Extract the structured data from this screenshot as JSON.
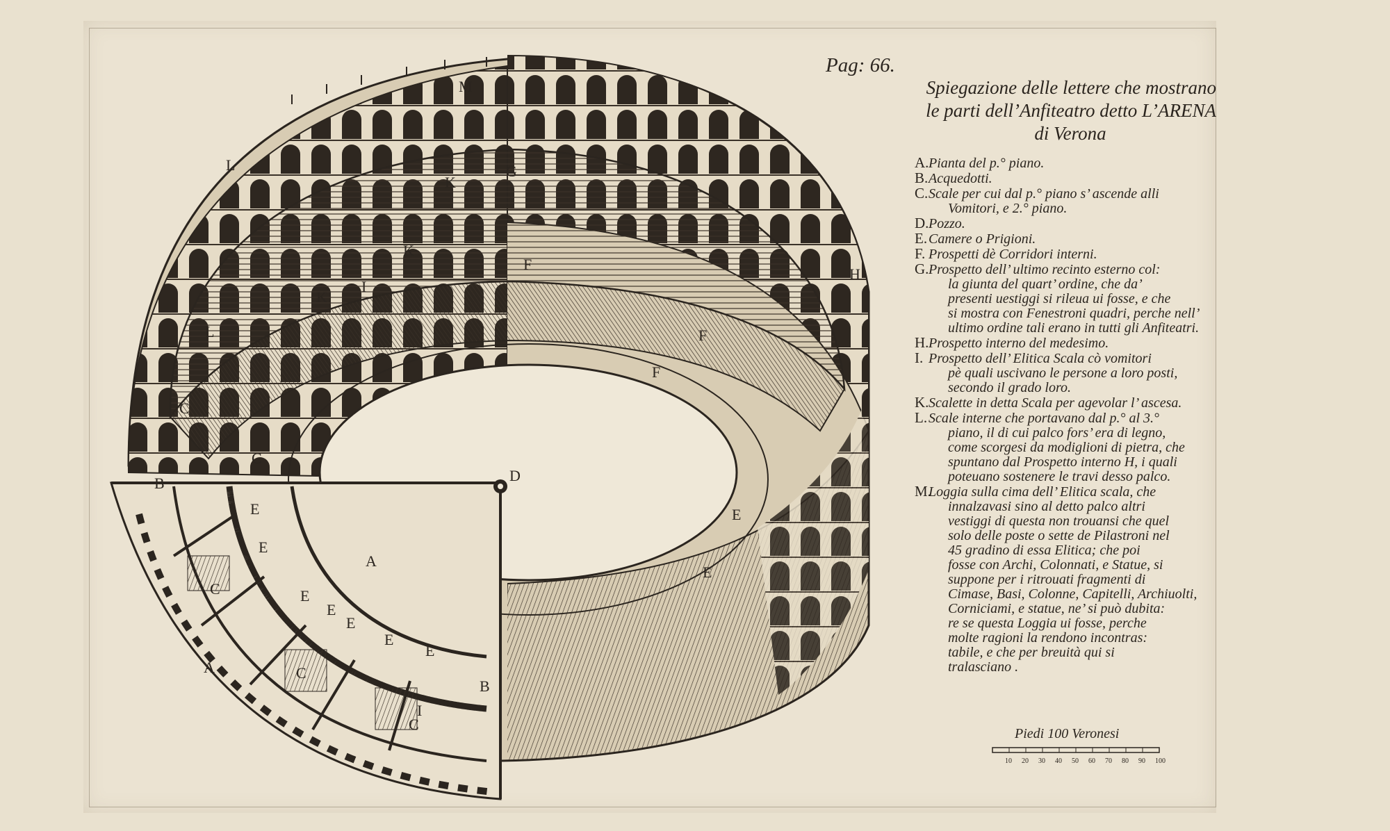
{
  "page": {
    "number": "Pag: 66."
  },
  "title": {
    "line1": "Spiegazione delle lettere che mostrano",
    "line2": "le parti dell’Anfiteatro detto L’ARENA",
    "line3": "di Verona"
  },
  "legend": [
    {
      "key": "A.",
      "lines": [
        "Pianta del p.° piano."
      ]
    },
    {
      "key": "B.",
      "lines": [
        "Acquedotti."
      ]
    },
    {
      "key": "C.",
      "lines": [
        "Scale per cui dal p.° piano s’ ascende alli",
        "Vomitori, e 2.° piano."
      ]
    },
    {
      "key": "D.",
      "lines": [
        "Pozzo."
      ]
    },
    {
      "key": "E.",
      "lines": [
        "Camere o Prigioni."
      ]
    },
    {
      "key": "F.",
      "lines": [
        "Prospetti dè Corridori interni."
      ]
    },
    {
      "key": "G.",
      "lines": [
        "Prospetto dell’ ultimo recinto esterno col:",
        "la giunta del quart’ ordine, che da’",
        "presenti uestiggi si rileua ui fosse, e che",
        "si mostra con Fenestroni quadri, perche nell’",
        "ultimo ordine tali erano in tutti gli Anfiteatri."
      ]
    },
    {
      "key": "H.",
      "lines": [
        "Prospetto interno del medesimo."
      ]
    },
    {
      "key": "I.",
      "lines": [
        "Prospetto dell’ Elitica Scala cò vomitori",
        "pè quali uscivano le persone a loro posti,",
        "secondo il grado loro."
      ]
    },
    {
      "key": "K.",
      "lines": [
        "Scalette in detta Scala per agevolar l’ ascesa."
      ]
    },
    {
      "key": "L.",
      "lines": [
        "Scale interne che portavano dal p.° al 3.°",
        "piano, il di cui palco fors’ era di legno,",
        "come scorgesi da modiglioni di pietra, che",
        "spuntano dal Prospetto interno H, i quali",
        "poteuano sostenere le travi desso palco."
      ]
    },
    {
      "key": "M.",
      "lines": [
        "Loggia sulla cima dell’ Elitica scala, che",
        "innalzavasi sino al detto palco altri",
        "vestiggi di questa non trouansi che quel",
        "solo delle poste o sette de Pilastroni nel",
        "45 gradino di essa Elitica; che poi",
        "fosse con Archi, Colonnati, e Statue, si",
        "suppone per i ritrouati fragmenti di",
        "Cimase, Basi, Colonne, Capitelli, Archiuolti,",
        "Corniciami, e statue, ne’ si può dubita:",
        "re se questa Loggia ui fosse, perche",
        "molte ragioni la rendono incontras:",
        "tabile, e che per breuità qui si",
        "tralasciano ."
      ]
    }
  ],
  "scale_bar": {
    "label": "Piedi 100 Veronesi",
    "ticks": [
      "10",
      "20",
      "30",
      "40",
      "50",
      "60",
      "70",
      "80",
      "90",
      "100"
    ]
  },
  "plan_letters": {
    "B1": "B",
    "B2": "B",
    "D": "D",
    "A1": "A",
    "A2": "A",
    "E1": "E",
    "E2": "E",
    "E3": "E",
    "E4": "E",
    "E5": "E",
    "E6": "E",
    "E7": "E",
    "E8": "E",
    "C1": "C",
    "C2": "C",
    "C3": "C",
    "C4": "C",
    "C5": "C",
    "K1": "K",
    "K2": "K",
    "K3": "K",
    "I1": "I",
    "I2": "I",
    "L1": "L",
    "L2": "L",
    "M1": "M",
    "F1": "F",
    "F2": "F",
    "F3": "F",
    "G1": "G",
    "H1": "H",
    "E9": "E"
  },
  "colors": {
    "paper": "#ebe3d2",
    "ink": "#2b251f"
  }
}
